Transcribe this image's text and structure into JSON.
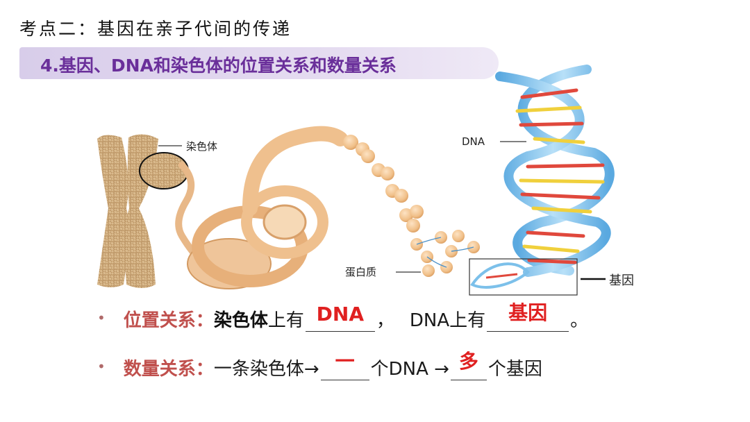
{
  "heading": "考点二：基因在亲子代间的传递",
  "banner_title": "4.基因、DNA和染色体的位置关系和数量关系",
  "diagram": {
    "label_chromosome": "染色体",
    "label_dna": "DNA",
    "label_protein": "蛋白质",
    "label_gene": "基因",
    "colors": {
      "helix": "#7cc0ea",
      "bead": "#f1c99a",
      "chromosome": "#cfa878"
    }
  },
  "line1": {
    "prefix": "位置关系：",
    "subject": "染色体",
    "mid": "上有",
    "answer1": "DNA",
    "sep": "，",
    "mid2": "DNA上有",
    "answer2": "基因",
    "end": "。"
  },
  "line2": {
    "prefix": "数量关系：",
    "text1": "一条染色体→",
    "answer1": "一",
    "text2": "个DNA →",
    "answer2": "多",
    "text3": "个基因"
  }
}
